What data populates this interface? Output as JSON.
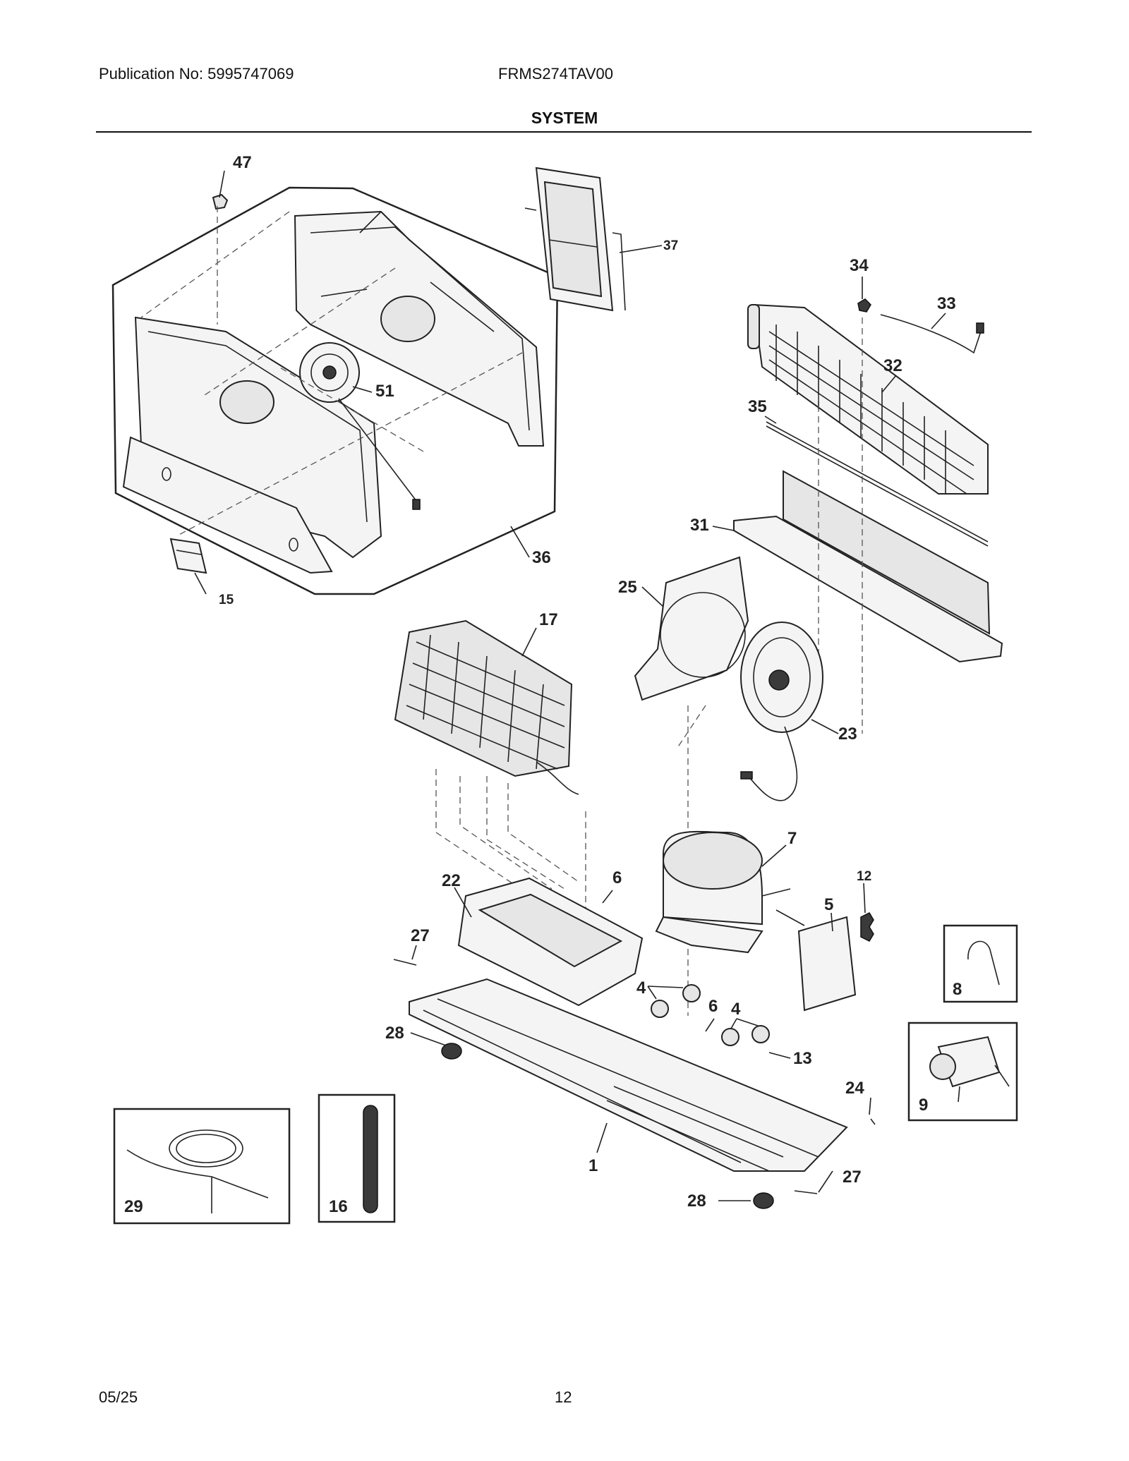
{
  "header": {
    "publication": "Publication No: 5995747069",
    "model": "FRMS274TAV00",
    "section_title": "SYSTEM"
  },
  "footer": {
    "date": "05/25",
    "page_number": "12"
  },
  "callouts": {
    "c47": "47",
    "c37": "37",
    "c34": "34",
    "c33": "33",
    "c32": "32",
    "c35": "35",
    "c51": "51",
    "c36": "36",
    "c31": "31",
    "c15": "15",
    "c25": "25",
    "c17": "17",
    "c23": "23",
    "c7": "7",
    "c12": "12",
    "c22": "22",
    "c6a": "6",
    "c5": "5",
    "c27a": "27",
    "c8": "8",
    "c4a": "4",
    "c6b": "6",
    "c4b": "4",
    "c28a": "28",
    "c13": "13",
    "c24": "24",
    "c9": "9",
    "c29": "29",
    "c16": "16",
    "c1": "1",
    "c27b": "27",
    "c28b": "28"
  }
}
